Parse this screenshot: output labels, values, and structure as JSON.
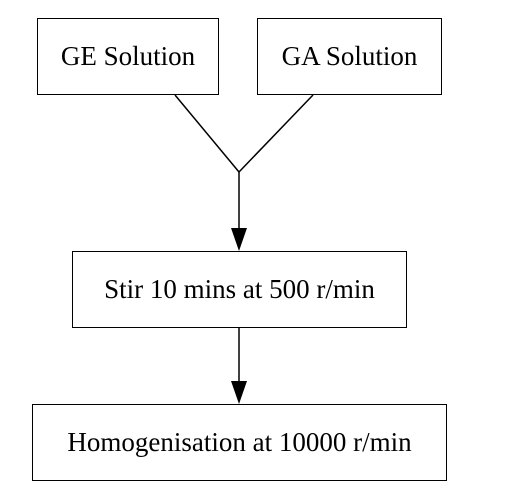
{
  "diagram": {
    "nodes": {
      "ge_solution": "GE Solution",
      "ga_solution": "GA Solution",
      "stir": "Stir 10 mins at 500 r/min",
      "homogenisation": "Homogenisation at 10000 r/min"
    },
    "edges": [
      {
        "from": "ge_solution",
        "to": "stir"
      },
      {
        "from": "ga_solution",
        "to": "stir"
      },
      {
        "from": "stir",
        "to": "homogenisation"
      }
    ]
  }
}
